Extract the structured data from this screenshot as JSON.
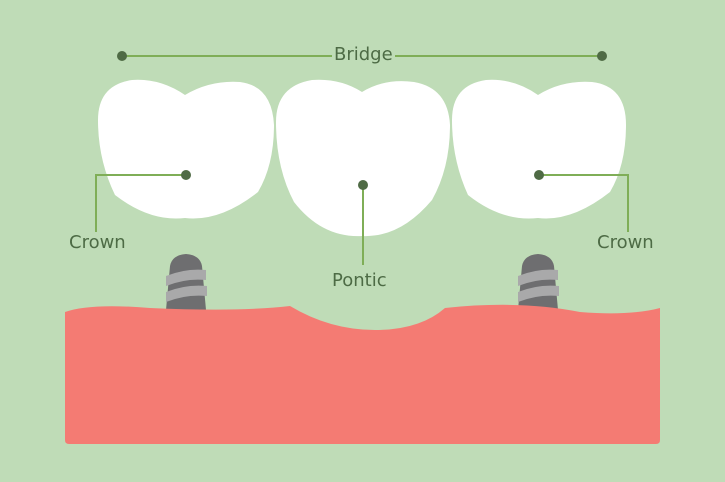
{
  "labels": {
    "bridge": "Bridge",
    "crown_left": "Crown",
    "pontic": "Pontic",
    "crown_right": "Crown"
  },
  "colors": {
    "background": "#bfdcb7",
    "line": "#7fae57",
    "dot": "#4f6b45",
    "tooth": "#ffffff",
    "gum": "#f47b73",
    "implant": "#6e6e70",
    "implant_thread": "#a9a9aa"
  }
}
